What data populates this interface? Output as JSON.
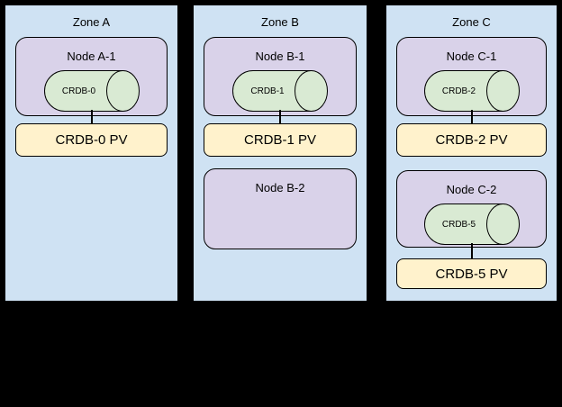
{
  "palette": {
    "background": "#000000",
    "zone_fill": "#cfe2f3",
    "node_fill": "#d9d2e9",
    "db_fill": "#d9ead3",
    "pv_fill": "#fff2cc",
    "border": "#000000"
  },
  "zones": [
    {
      "label": "Zone A",
      "nodes": [
        {
          "label": "Node A-1",
          "db": "CRDB-0"
        }
      ],
      "pvs": [
        {
          "label": "CRDB-0 PV"
        }
      ]
    },
    {
      "label": "Zone B",
      "nodes": [
        {
          "label": "Node B-1",
          "db": "CRDB-1"
        },
        {
          "label": "Node B-2"
        }
      ],
      "pvs": [
        {
          "label": "CRDB-1 PV"
        }
      ]
    },
    {
      "label": "Zone C",
      "nodes": [
        {
          "label": "Node C-1",
          "db": "CRDB-2"
        },
        {
          "label": "Node C-2",
          "db": "CRDB-5"
        }
      ],
      "pvs": [
        {
          "label": "CRDB-2 PV"
        },
        {
          "label": "CRDB-5 PV"
        }
      ]
    }
  ]
}
